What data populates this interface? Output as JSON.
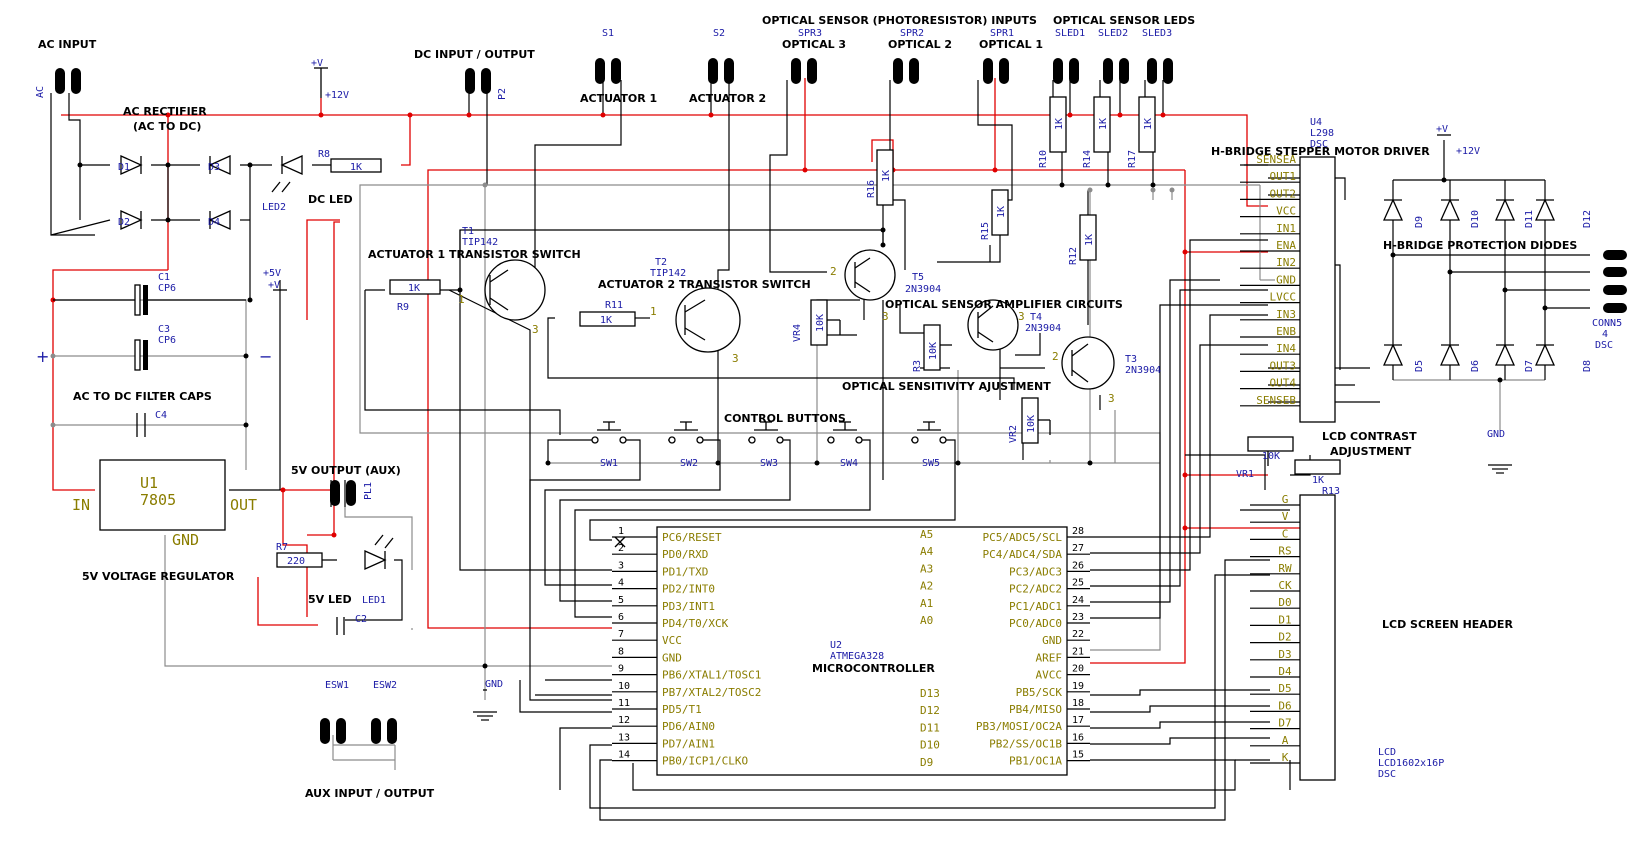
{
  "colors": {
    "power_net": "#e00000",
    "signal_net": "#000000",
    "ground_net": "#8c8c8c",
    "ref_text": "#1a1aa6",
    "pin_text": "#8a7d00"
  },
  "section_labels": {
    "ac_input": "AC INPUT",
    "ac_rectifier": "AC RECTIFIER",
    "ac_to_dc": "(AC TO DC)",
    "dc_input_output": "DC INPUT / OUTPUT",
    "dc_led": "DC LED",
    "filter_caps": "AC TO DC FILTER CAPS",
    "vreg": "5V VOLTAGE REGULATOR",
    "out5v_aux": "5V OUTPUT (AUX)",
    "led5v": "5V LED",
    "aux_io": "AUX INPUT / OUTPUT",
    "actuator1": "ACTUATOR 1",
    "actuator2": "ACTUATOR 2",
    "act1_switch": "ACTUATOR 1 TRANSISTOR SWITCH",
    "act2_switch": "ACTUATOR 2 TRANSISTOR SWITCH",
    "optical_inputs": "OPTICAL SENSOR (PHOTORESISTOR) INPUTS",
    "optical3": "OPTICAL 3",
    "optical2": "OPTICAL 2",
    "optical1": "OPTICAL 1",
    "optical_leds": "OPTICAL SENSOR LEDS",
    "optical_amp": "OPTICAL SENSOR AMPLIFIER CIRCUITS",
    "optical_sens": "OPTICAL SENSITIVITY AJUSTMENT",
    "control_buttons": "CONTROL BUTTONS",
    "mcu": "MICROCONTROLLER",
    "hbridge_driver": "H-BRIDGE STEPPER MOTOR DRIVER",
    "hbridge_diodes": "H-BRIDGE PROTECTION DIODES",
    "lcd_contrast": "LCD CONTRAST",
    "lcd_adjust": "ADJUSTMENT",
    "lcd_header": "LCD SCREEN HEADER"
  },
  "components": {
    "ac_conn": "AC",
    "d1": "D1",
    "d2": "D2",
    "d3": "D3",
    "d4": "D4",
    "led2": "LED2",
    "r8": "R8",
    "r8v": "1K",
    "p2": "P2",
    "vplus_top": "+V",
    "v12_top": "+12V",
    "c1": "C1",
    "c1v": "CP6",
    "c3": "C3",
    "c3v": "CP6",
    "c4": "C4",
    "plus_sign": "+",
    "minus_sign": "−",
    "v5_plus": "+5V",
    "v5_v": "+V",
    "u1": "U1",
    "u1v": "7805",
    "u1_in": "IN",
    "u1_out": "OUT",
    "u1_gnd": "GND",
    "pl1": "PL1",
    "r7": "R7",
    "r7v": "220",
    "led1": "LED1",
    "c2": "C2",
    "esw1": "ESW1",
    "esw2": "ESW2",
    "s1": "S1",
    "s2": "S2",
    "spr3": "SPR3",
    "spr2": "SPR2",
    "spr1": "SPR1",
    "sled1": "SLED1",
    "sled2": "SLED2",
    "sled3": "SLED3",
    "r10": "R10",
    "r14": "R14",
    "r17": "R17",
    "r_1k": "1K",
    "t1": "T1",
    "t1v": "TIP142",
    "t2": "T2",
    "t2v": "TIP142",
    "r9": "R9",
    "r9v": "1K",
    "r11": "R11",
    "r11v": "1K",
    "r16": "R16",
    "r16v": "1K",
    "t5": "T5",
    "t5v": "2N3904",
    "t4": "T4",
    "t4v": "2N3904",
    "t3": "T3",
    "t3v": "2N3904",
    "r15": "R15",
    "r15v": "1K",
    "r12": "R12",
    "r12v": "1K",
    "vr4": "VR4",
    "vr4v": "10K",
    "r3": "R3",
    "r3v": "10K",
    "vr2": "VR2",
    "vr2v": "10K",
    "sw1": "SW1",
    "sw2": "SW2",
    "sw3": "SW3",
    "sw4": "SW4",
    "sw5": "SW5",
    "u2": "U2",
    "u2v": "ATMEGA328",
    "gnd_lbl": "GND",
    "u4": "U4",
    "u4v": "L298",
    "u4d": "DSC",
    "d5": "D5",
    "d6": "D6",
    "d7": "D7",
    "d8": "D8",
    "d9": "D9",
    "d10": "D10",
    "d11": "D11",
    "d12": "D12",
    "conn5": "CONN5",
    "conn5b": "4",
    "conn5c": "DSC",
    "hb_v": "+V",
    "hb_v12": "+12V",
    "hb_gnd": "GND",
    "vr1": "VR1",
    "vr1v": "10K",
    "r13": "R13",
    "r13v": "1K",
    "lcd": "LCD",
    "lcdv": "LCD1602x16P",
    "lcdd": "DSC"
  },
  "pin_digits": {
    "p1": "1",
    "p2": "2",
    "p3": "3",
    "p4": "4"
  },
  "mcu_left_pins": [
    {
      "n": "1",
      "name": "PC6/RESET"
    },
    {
      "n": "2",
      "name": "PD0/RXD"
    },
    {
      "n": "3",
      "name": "PD1/TXD"
    },
    {
      "n": "4",
      "name": "PD2/INT0"
    },
    {
      "n": "5",
      "name": "PD3/INT1"
    },
    {
      "n": "6",
      "name": "PD4/T0/XCK"
    },
    {
      "n": "7",
      "name": "VCC"
    },
    {
      "n": "8",
      "name": "GND"
    },
    {
      "n": "9",
      "name": "PB6/XTAL1/TOSC1"
    },
    {
      "n": "10",
      "name": "PB7/XTAL2/TOSC2"
    },
    {
      "n": "11",
      "name": "PD5/T1"
    },
    {
      "n": "12",
      "name": "PD6/AIN0"
    },
    {
      "n": "13",
      "name": "PD7/AIN1"
    },
    {
      "n": "14",
      "name": "PB0/ICP1/CLKO"
    }
  ],
  "mcu_right_pins": [
    {
      "n": "28",
      "name": "PC5/ADC5/SCL"
    },
    {
      "n": "27",
      "name": "PC4/ADC4/SDA"
    },
    {
      "n": "26",
      "name": "PC3/ADC3"
    },
    {
      "n": "25",
      "name": "PC2/ADC2"
    },
    {
      "n": "24",
      "name": "PC1/ADC1"
    },
    {
      "n": "23",
      "name": "PC0/ADC0"
    },
    {
      "n": "22",
      "name": "GND"
    },
    {
      "n": "21",
      "name": "AREF"
    },
    {
      "n": "20",
      "name": "AVCC"
    },
    {
      "n": "19",
      "name": "PB5/SCK"
    },
    {
      "n": "18",
      "name": "PB4/MISO"
    },
    {
      "n": "17",
      "name": "PB3/MOSI/OC2A"
    },
    {
      "n": "16",
      "name": "PB2/SS/OC1B"
    },
    {
      "n": "15",
      "name": "PB1/OC1A"
    }
  ],
  "mcu_inner_right": [
    "A5",
    "A4",
    "A3",
    "A2",
    "A1",
    "A0"
  ],
  "mcu_inner_bottom": [
    "D13",
    "D12",
    "D11",
    "D10",
    "D9"
  ],
  "l298_pins": [
    "SENSEA",
    "OUT1",
    "OUT2",
    "VCC",
    "IN1",
    "ENA",
    "IN2",
    "GND",
    "LVCC",
    "IN3",
    "ENB",
    "IN4",
    "OUT3",
    "OUT4",
    "SENSEB"
  ],
  "lcd_pins": [
    "G",
    "V",
    "C",
    "RS",
    "RW",
    "CK",
    "D0",
    "D1",
    "D2",
    "D3",
    "D4",
    "D5",
    "D6",
    "D7",
    "A",
    "K"
  ]
}
